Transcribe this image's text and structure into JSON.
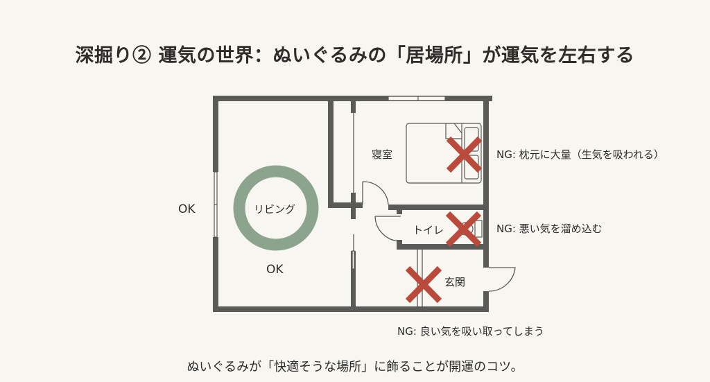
{
  "title": "深掘り② 運気の世界：ぬいぐるみの「居場所」が運気を左右する",
  "colors": {
    "background": "#f8f6f1",
    "wall": "#5a5a57",
    "ng_mark": "#b94a3c",
    "ok_ring": "#8ca38e",
    "text": "#2c2c2a"
  },
  "rooms": {
    "living": "リビング",
    "bedroom": "寝室",
    "toilet": "トイレ",
    "entrance": "玄関"
  },
  "markers": {
    "ok_window": "OK",
    "ok_floor": "OK"
  },
  "annotations": {
    "bedroom_ng": "NG: 枕元に大量（生気を吸われる）",
    "toilet_ng": "NG: 悪い気を溜め込む",
    "entrance_ng": "NG: 良い気を吸い取ってしまう"
  },
  "footer": "ぬいぐるみが「快適そうな場所」に飾ることが開運のコツ。"
}
